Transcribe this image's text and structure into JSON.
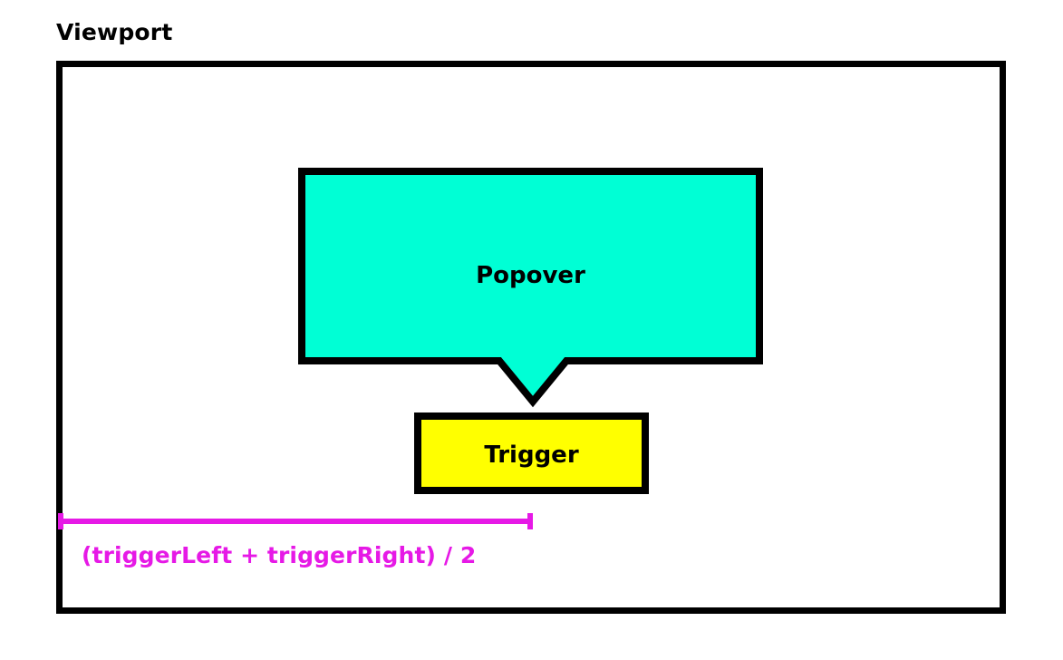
{
  "diagram": {
    "heading": "Viewport",
    "popover": {
      "label": "Popover",
      "fill": "#00ffd5",
      "stroke": "#000000"
    },
    "trigger": {
      "label": "Trigger",
      "fill": "#ffff00",
      "stroke": "#000000"
    },
    "measurement": {
      "caption": "(triggerLeft + triggerRight) / 2",
      "color": "#e619e6"
    },
    "viewport": {
      "border_color": "#000000",
      "background": "#ffffff"
    }
  }
}
